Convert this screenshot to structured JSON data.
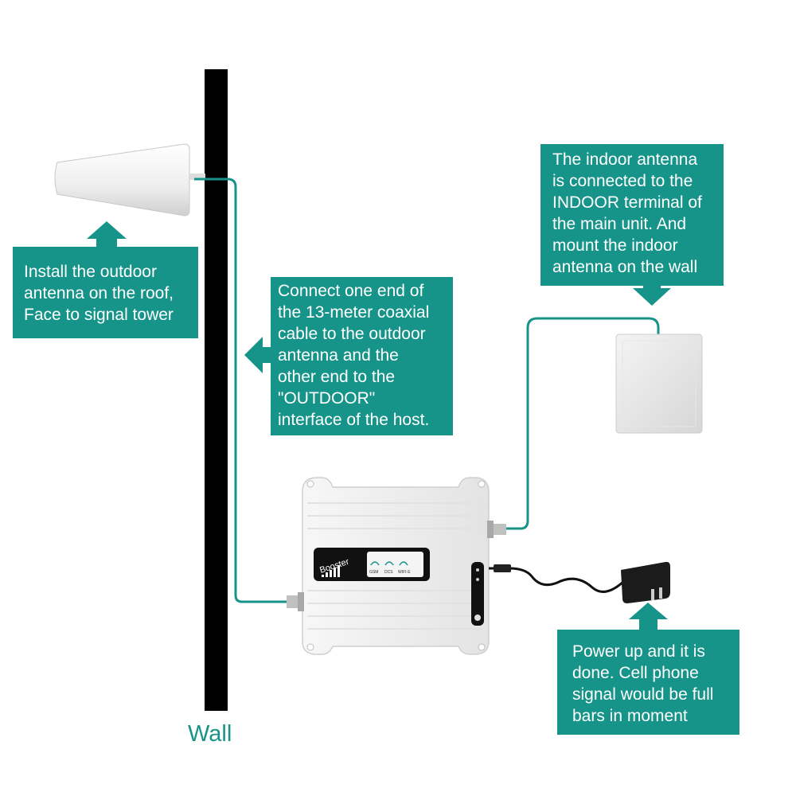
{
  "callouts": {
    "outdoor": {
      "lines": [
        "Install the outdoor",
        "antenna on the roof,",
        "Face to signal tower"
      ]
    },
    "cable": {
      "lines": [
        "Connect one end of",
        "the 13-meter coaxial",
        "cable to the outdoor",
        "antenna and the",
        "other end to the",
        "\"OUTDOOR\"",
        "interface of the host."
      ]
    },
    "indoor": {
      "lines": [
        "The indoor antenna",
        "is connected to the",
        "INDOOR terminal of",
        "the main unit. And",
        "mount the indoor",
        "antenna on the wall"
      ]
    },
    "power": {
      "lines": [
        "Power up and it is",
        "done. Cell phone",
        "signal would be full",
        "bars in moment"
      ]
    }
  },
  "wall_label": "Wall",
  "booster_panel": {
    "brand": "Booster",
    "bands": [
      "GSM",
      "DCS",
      "WIFI-E"
    ]
  },
  "colors": {
    "teal": "#17948a",
    "wall": "#000000",
    "device": "#f2f2f2"
  }
}
